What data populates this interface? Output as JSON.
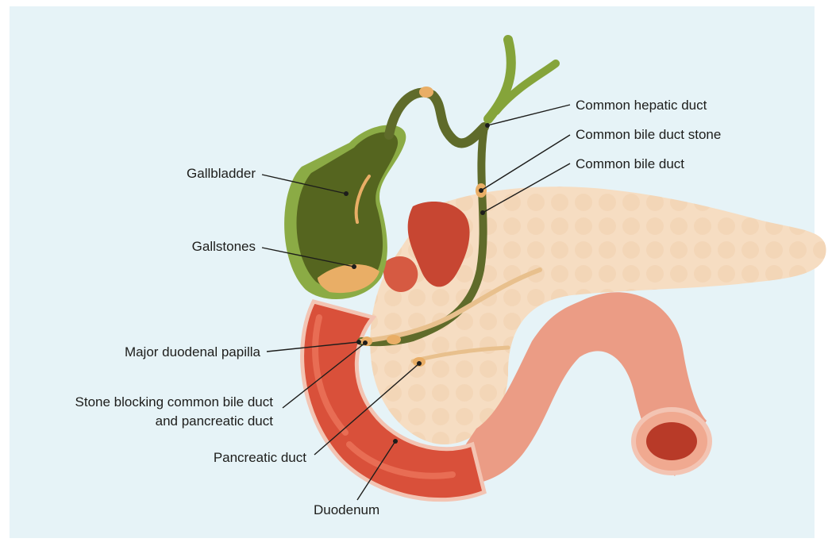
{
  "colors": {
    "background": "#e6f3f7",
    "gallbladder": "#55651f",
    "bile_duct": "#5f6b2a",
    "hepatic_duct": "#85a43a",
    "pancreas": "#f5dcc0",
    "duodenum_wall": "#d9503a",
    "intestine": "#eb9c85",
    "stone": "#e9ae66",
    "liver_tissue": "#c74632",
    "leader_line": "#1d1d1b"
  },
  "labels": {
    "common_hepatic_duct": "Common hepatic duct",
    "common_bile_duct_stone": "Common bile duct stone",
    "common_bile_duct": "Common bile duct",
    "gallbladder": "Gallbladder",
    "gallstones": "Gallstones",
    "major_duodenal_papilla": "Major duodenal papilla",
    "stone_blocking_line1": "Stone blocking common bile duct",
    "stone_blocking_line2": "and pancreatic duct",
    "pancreatic_duct": "Pancreatic duct",
    "duodenum": "Duodenum"
  }
}
